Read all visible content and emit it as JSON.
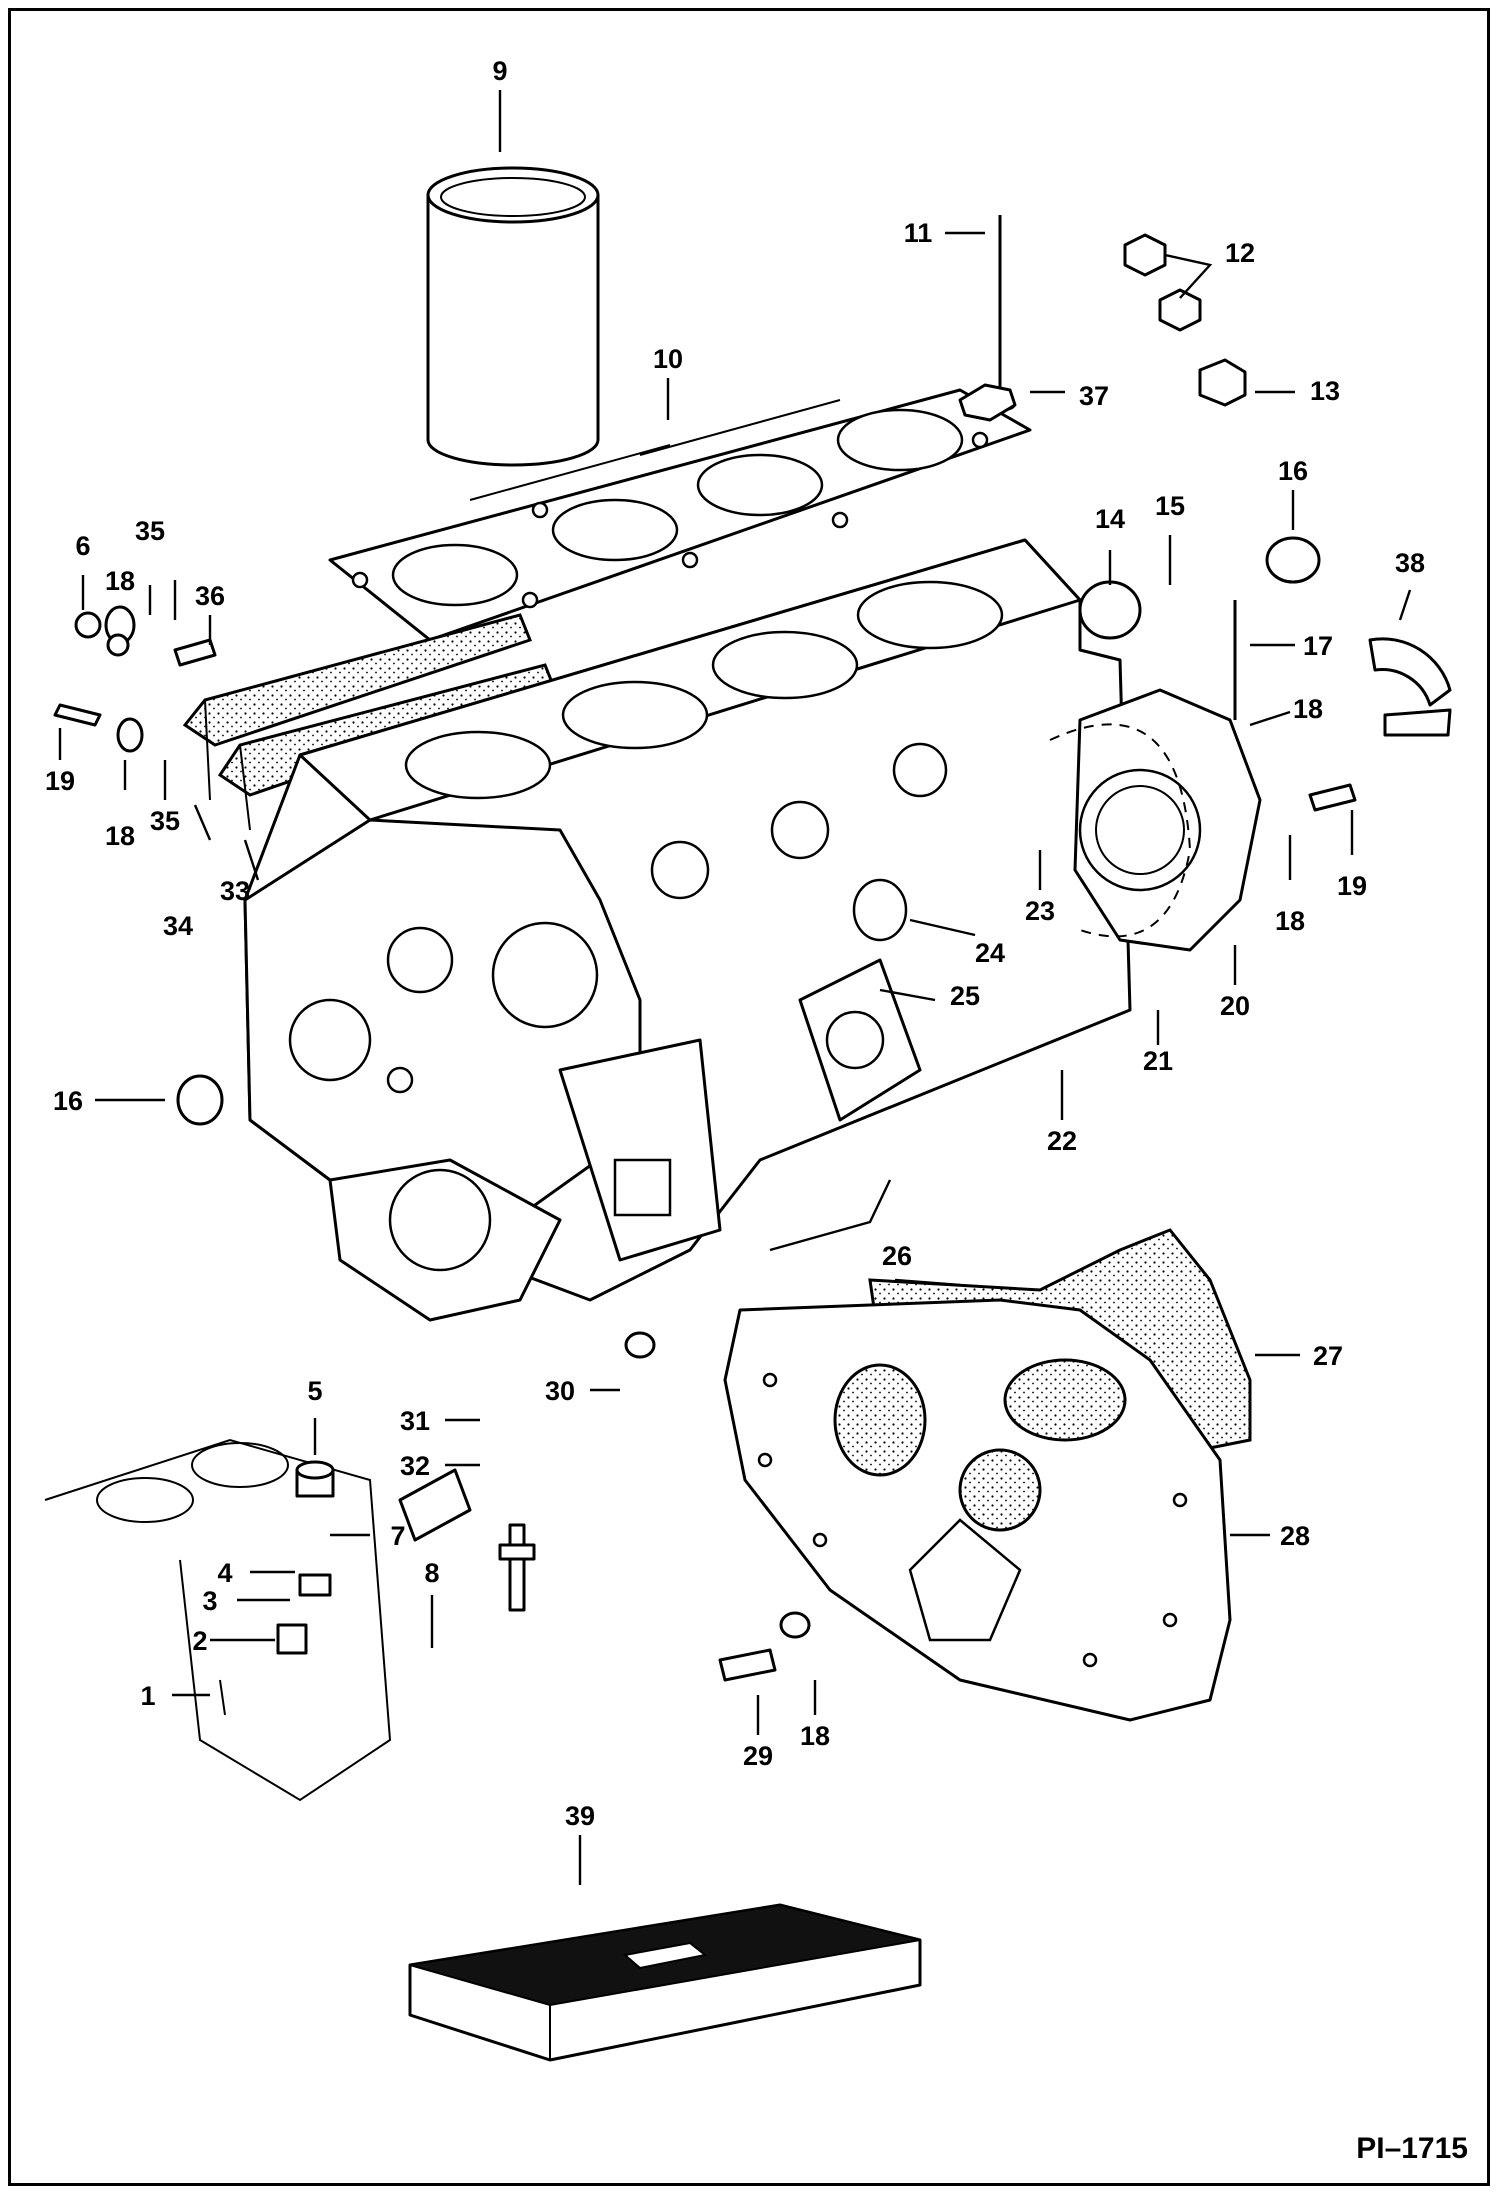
{
  "plate_id": "PI–1715",
  "callouts": [
    {
      "id": "c1",
      "text": "1"
    },
    {
      "id": "c2",
      "text": "2"
    },
    {
      "id": "c3",
      "text": "3"
    },
    {
      "id": "c4",
      "text": "4"
    },
    {
      "id": "c5",
      "text": "5"
    },
    {
      "id": "c6",
      "text": "6"
    },
    {
      "id": "c7",
      "text": "7"
    },
    {
      "id": "c8",
      "text": "8"
    },
    {
      "id": "c9",
      "text": "9"
    },
    {
      "id": "c10",
      "text": "10"
    },
    {
      "id": "c11",
      "text": "11"
    },
    {
      "id": "c12",
      "text": "12"
    },
    {
      "id": "c13",
      "text": "13"
    },
    {
      "id": "c14",
      "text": "14"
    },
    {
      "id": "c15",
      "text": "15"
    },
    {
      "id": "c16a",
      "text": "16"
    },
    {
      "id": "c16b",
      "text": "16"
    },
    {
      "id": "c17",
      "text": "17"
    },
    {
      "id": "c18a",
      "text": "18"
    },
    {
      "id": "c18b",
      "text": "18"
    },
    {
      "id": "c18c",
      "text": "18"
    },
    {
      "id": "c18d",
      "text": "18"
    },
    {
      "id": "c18e",
      "text": "18"
    },
    {
      "id": "c19a",
      "text": "19"
    },
    {
      "id": "c19b",
      "text": "19"
    },
    {
      "id": "c20",
      "text": "20"
    },
    {
      "id": "c21",
      "text": "21"
    },
    {
      "id": "c22",
      "text": "22"
    },
    {
      "id": "c23",
      "text": "23"
    },
    {
      "id": "c24",
      "text": "24"
    },
    {
      "id": "c25",
      "text": "25"
    },
    {
      "id": "c26",
      "text": "26"
    },
    {
      "id": "c27",
      "text": "27"
    },
    {
      "id": "c28",
      "text": "28"
    },
    {
      "id": "c29",
      "text": "29"
    },
    {
      "id": "c30",
      "text": "30"
    },
    {
      "id": "c31",
      "text": "31"
    },
    {
      "id": "c32",
      "text": "32"
    },
    {
      "id": "c33",
      "text": "33"
    },
    {
      "id": "c34",
      "text": "34"
    },
    {
      "id": "c35a",
      "text": "35"
    },
    {
      "id": "c35b",
      "text": "35"
    },
    {
      "id": "c36",
      "text": "36"
    },
    {
      "id": "c37",
      "text": "37"
    },
    {
      "id": "c38",
      "text": "38"
    },
    {
      "id": "c39",
      "text": "39"
    }
  ]
}
